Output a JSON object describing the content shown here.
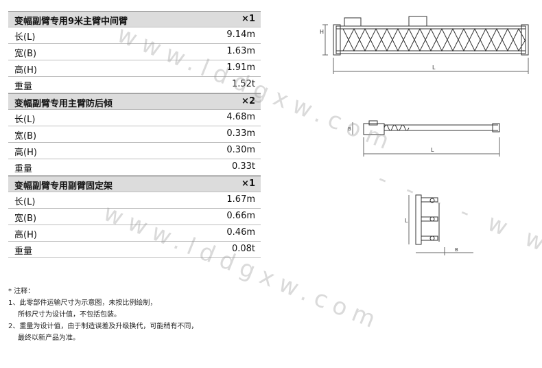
{
  "sections": [
    {
      "title": "变幅副臂专用9米主臂中间臂",
      "qty": "×1",
      "rows": [
        {
          "label": "长(L)",
          "value": "9.14m"
        },
        {
          "label": "宽(B)",
          "value": "1.63m"
        },
        {
          "label": "高(H)",
          "value": "1.91m"
        },
        {
          "label": "重量",
          "value": "1.52t"
        }
      ]
    },
    {
      "title": "变幅副臂专用主臂防后倾",
      "qty": "×2",
      "rows": [
        {
          "label": "长(L)",
          "value": "4.68m"
        },
        {
          "label": "宽(B)",
          "value": "0.33m"
        },
        {
          "label": "高(H)",
          "value": "0.30m"
        },
        {
          "label": "重量",
          "value": "0.33t"
        }
      ]
    },
    {
      "title": "变幅副臂专用副臂固定架",
      "qty": "×1",
      "rows": [
        {
          "label": "长(L)",
          "value": "1.67m"
        },
        {
          "label": "宽(B)",
          "value": "0.66m"
        },
        {
          "label": "高(H)",
          "value": "0.46m"
        },
        {
          "label": "重量",
          "value": "0.08t"
        }
      ]
    }
  ],
  "notes": {
    "header": "* 注释：",
    "line1": "1、此零部件运输尺寸为示意图，未按比例绘制，",
    "line1b": "所标尺寸为设计值，不包括包装。",
    "line2": "2、重量为设计值，由于制造误差及升级换代，可能稍有不同，",
    "line2b": "最终以新产品为准。"
  },
  "diagram_labels": {
    "H": "H",
    "L": "L",
    "B": "B"
  },
  "watermark": {
    "a": "www.lddgxw.com",
    "b": "- - - - w w w."
  }
}
